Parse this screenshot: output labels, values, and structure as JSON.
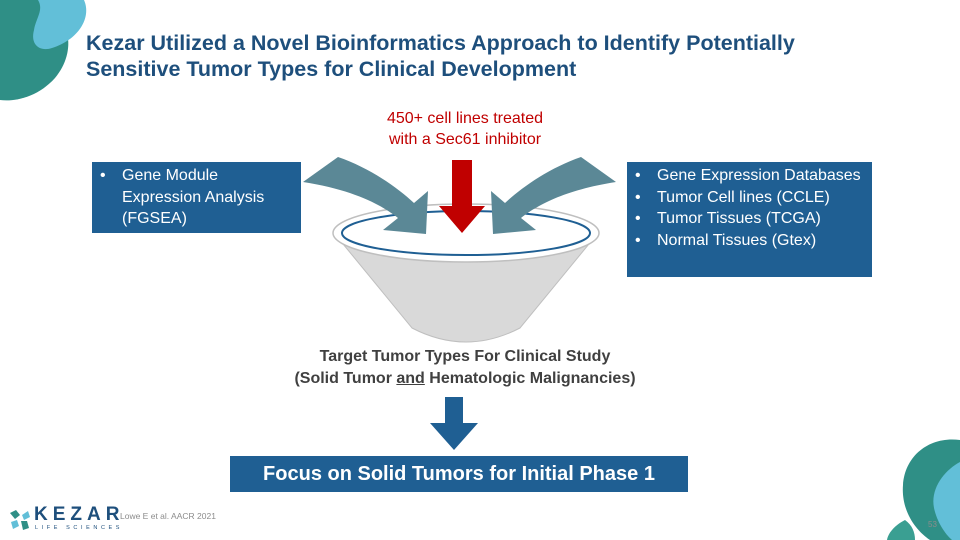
{
  "title": {
    "line1": "Kezar Utilized a Novel Bioinformatics Approach to Identify Potentially",
    "line2": "Sensitive Tumor Types for Clinical Development"
  },
  "input_caption": {
    "line1": "450+ cell lines treated",
    "line2": "with a Sec61 inhibitor"
  },
  "left_box": {
    "items": [
      {
        "bullet": "•",
        "text": "Gene Module Expression Analysis (FGSEA)"
      }
    ]
  },
  "right_box": {
    "items": [
      {
        "bullet": "•",
        "text": "Gene Expression Databases"
      },
      {
        "bullet": "•",
        "text": "Tumor Cell lines (CCLE)"
      },
      {
        "bullet": "•",
        "text": "Tumor Tissues (TCGA)"
      },
      {
        "bullet": "•",
        "text": "Normal Tissues (Gtex)"
      }
    ]
  },
  "target": {
    "line1": "Target Tumor Types For Clinical Study",
    "line2_prefix": "(Solid Tumor ",
    "line2_underlined": "and",
    "line2_suffix": " Hematologic Malignancies)"
  },
  "focus_box": {
    "label": "Focus on Solid Tumors for Initial Phase 1"
  },
  "logo": {
    "wordmark": "KEZAR",
    "tagline": "LIFE SCIENCES"
  },
  "citation": "Lowe E et al. AACR 2021",
  "page_number": "53",
  "colors": {
    "title": "#1e4f7c",
    "box_fill": "#1f5f93",
    "red_arrow": "#c00000",
    "teal_arrow": "#5b8896",
    "funnel_fill": "#d9d9d9",
    "deco_teal": "#2f8f86",
    "deco_light": "#62bfd8"
  },
  "icons": [
    "kezar-logo-icon",
    "red-down-arrow-icon",
    "teal-curved-arrow-left-icon",
    "teal-curved-arrow-right-icon",
    "funnel-icon",
    "blue-down-arrow-icon"
  ]
}
